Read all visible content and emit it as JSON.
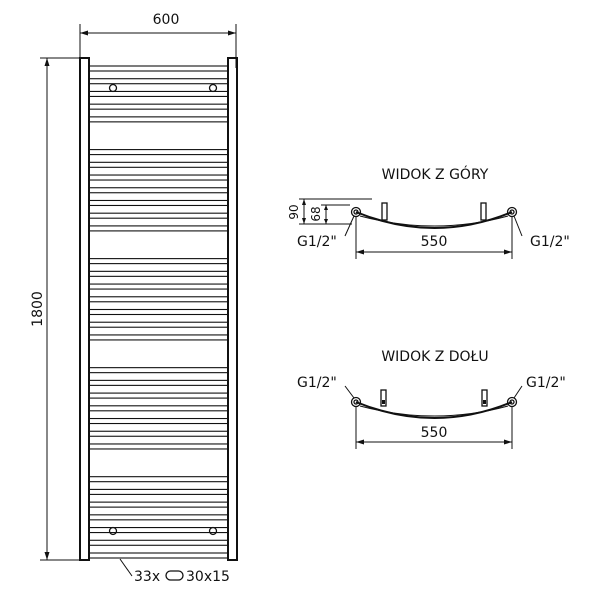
{
  "front_view": {
    "width_label": "600",
    "height_label": "1800",
    "tube_spec": {
      "count": "33x",
      "size": "30x15"
    },
    "rung_count": 33,
    "rung_groups": [
      5,
      7,
      7,
      7,
      7
    ]
  },
  "top_view": {
    "title": "WIDOK Z GÓRY",
    "depth_outer_label": "90",
    "depth_inner_label": "68",
    "span_label": "550",
    "thread_left": "G1/2\"",
    "thread_right": "G1/2\""
  },
  "bottom_view": {
    "title": "WIDOK Z DOŁU",
    "span_label": "550",
    "thread_left": "G1/2\"",
    "thread_right": "G1/2\""
  }
}
